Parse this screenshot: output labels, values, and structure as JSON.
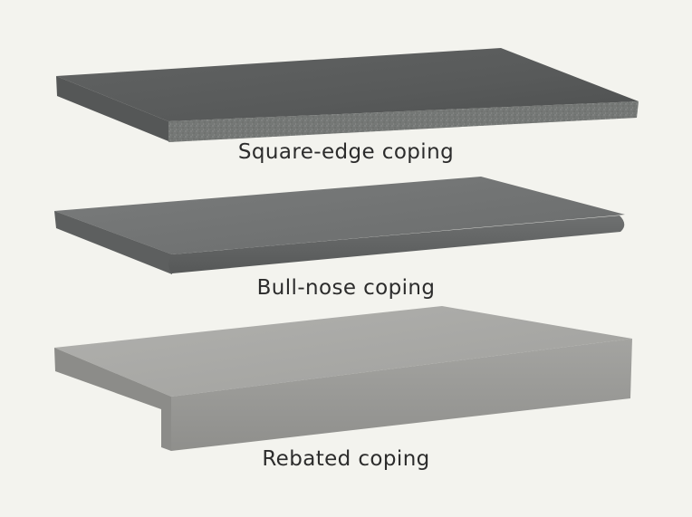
{
  "captions": {
    "square_edge": "Square-edge coping",
    "bull_nose": "Bull-nose coping",
    "rebated": "Rebated coping"
  },
  "colors": {
    "background": "#f3f3ee",
    "dark_stone": "#5b5d5d",
    "mid_stone": "#727474",
    "light_stone": "#a9a9a7",
    "text": "#2c2c2c"
  }
}
